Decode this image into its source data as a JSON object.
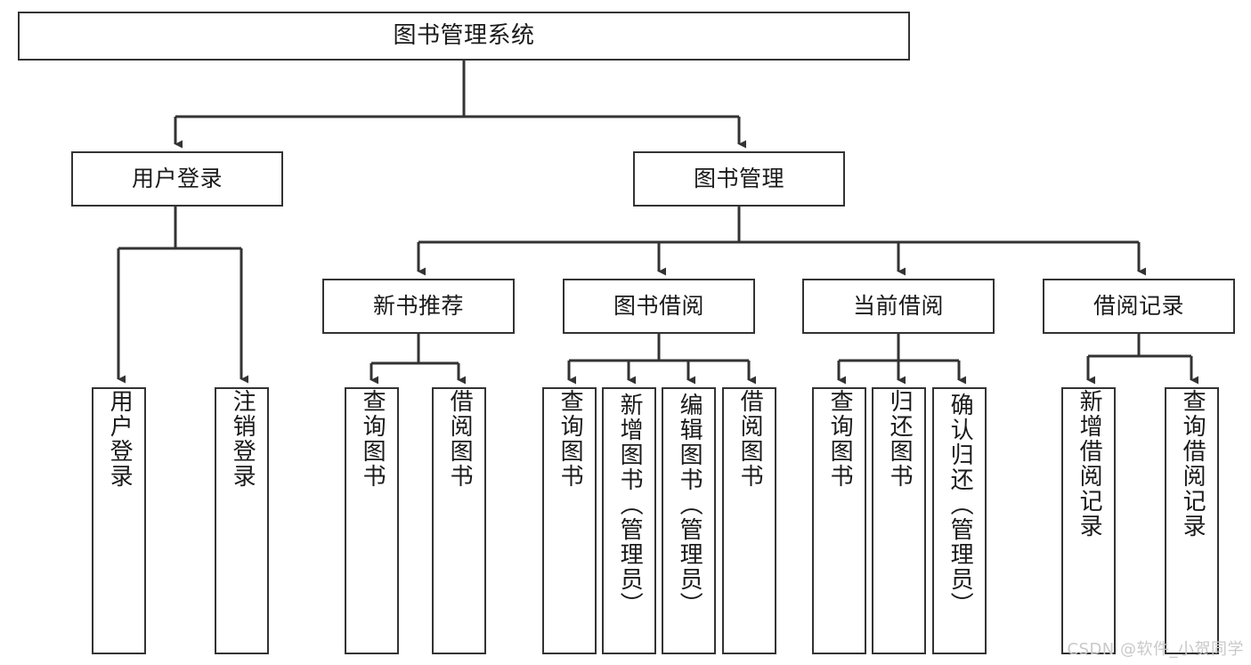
{
  "diagram": {
    "title": "图书管理系统",
    "type": "tree-hierarchy",
    "watermark": "CSDN @软件_小贺同学",
    "colors": {
      "box_border": "#333333",
      "box_fill": "#ffffff",
      "connector": "#333333",
      "text": "#1a1a1a",
      "watermark": "#c9c9c9"
    },
    "levels": {
      "level1": [
        {
          "id": "root",
          "label": "图书管理系统"
        }
      ],
      "level2": [
        {
          "id": "user-login",
          "label": "用户登录",
          "parent": "root"
        },
        {
          "id": "book-manage",
          "label": "图书管理",
          "parent": "root"
        }
      ],
      "level3": [
        {
          "id": "new-book-rec",
          "label": "新书推荐",
          "parent": "book-manage"
        },
        {
          "id": "book-borrow",
          "label": "图书借阅",
          "parent": "book-manage"
        },
        {
          "id": "current-borrow",
          "label": "当前借阅",
          "parent": "book-manage"
        },
        {
          "id": "borrow-record",
          "label": "借阅记录",
          "parent": "book-manage"
        }
      ],
      "leaves": [
        {
          "id": "leaf-user-login",
          "label": "用户登录",
          "parent": "user-login"
        },
        {
          "id": "leaf-logout-login",
          "label": "注销登录",
          "parent": "user-login"
        },
        {
          "id": "leaf-query-book-1",
          "label": "查询图书",
          "parent": "new-book-rec"
        },
        {
          "id": "leaf-borrow-book-1",
          "label": "借阅图书",
          "parent": "new-book-rec"
        },
        {
          "id": "leaf-query-book-2",
          "label": "查询图书",
          "parent": "book-borrow"
        },
        {
          "id": "leaf-add-book",
          "label": "新增图书（管理员）",
          "parent": "book-borrow"
        },
        {
          "id": "leaf-edit-book",
          "label": "编辑图书（管理员）",
          "parent": "book-borrow"
        },
        {
          "id": "leaf-borrow-book-2",
          "label": "借阅图书",
          "parent": "book-borrow"
        },
        {
          "id": "leaf-query-book-3",
          "label": "查询图书",
          "parent": "current-borrow"
        },
        {
          "id": "leaf-return-book",
          "label": "归还图书",
          "parent": "current-borrow"
        },
        {
          "id": "leaf-confirm-return",
          "label": "确认归还（管理员）",
          "parent": "current-borrow"
        },
        {
          "id": "leaf-add-record",
          "label": "新增借阅记录",
          "parent": "borrow-record"
        },
        {
          "id": "leaf-query-record",
          "label": "查询借阅记录",
          "parent": "borrow-record"
        }
      ]
    }
  }
}
